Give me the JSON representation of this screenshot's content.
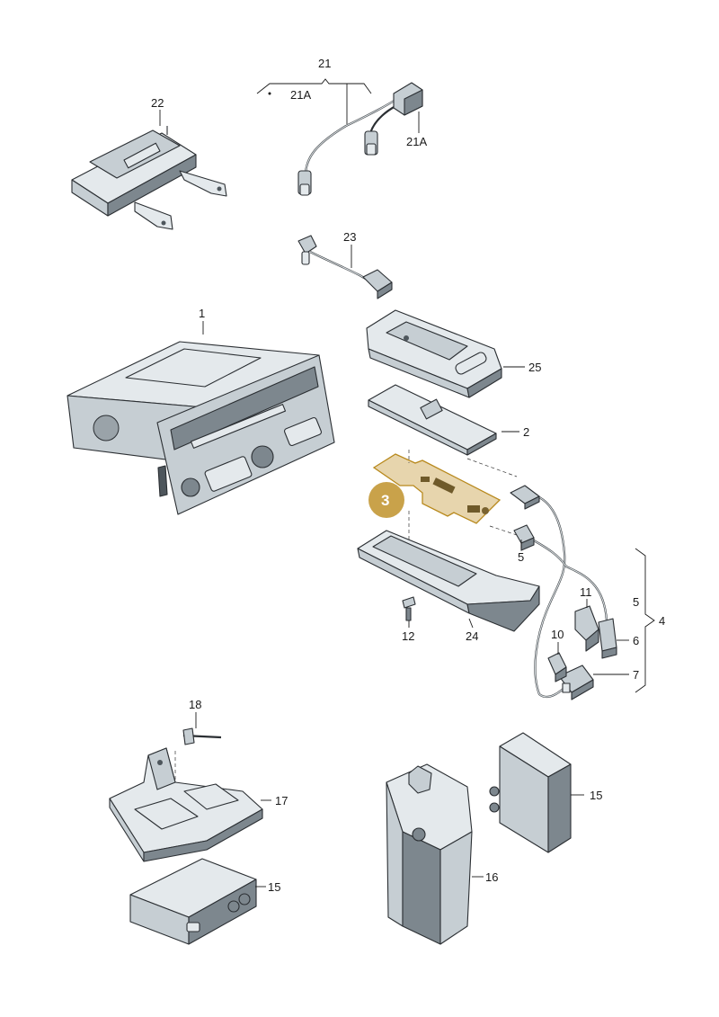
{
  "diagram": {
    "highlight_color": "#c9a24a",
    "callouts": {
      "p1": "1",
      "p2": "2",
      "p3": "3",
      "p4": "4",
      "p5a": "5",
      "p5b": "5",
      "p6": "6",
      "p7": "7",
      "p10": "10",
      "p11": "11",
      "p12": "12",
      "p15a": "15",
      "p15b": "15",
      "p16": "16",
      "p17": "17",
      "p18": "18",
      "p21": "21",
      "p21a1": "21A",
      "p21a2": "21A",
      "p22": "22",
      "p23": "23",
      "p24": "24",
      "p25": "25"
    }
  }
}
